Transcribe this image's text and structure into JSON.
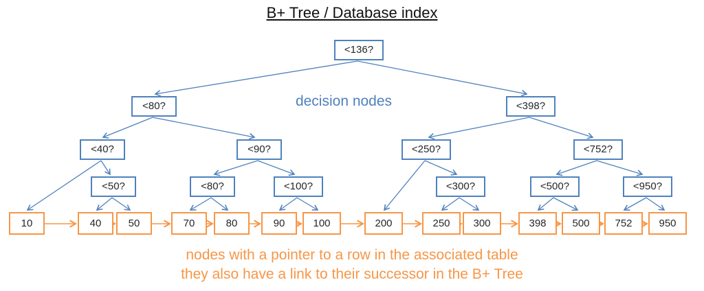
{
  "title": "B+ Tree / Database index",
  "annotations": {
    "decision_nodes_label": "decision nodes",
    "caption_line1": "nodes with a pointer to a row in the associated table",
    "caption_line2": "they also have a link to their successor in the B+ Tree"
  },
  "colors": {
    "decision_node_border": "#4f81bd",
    "decision_text": "#4f81bd",
    "leaf_node_border": "#f79646",
    "leaf_text": "#f79646",
    "node_text": "#262626"
  },
  "tree": {
    "decision_nodes": [
      {
        "label": "<136?"
      },
      {
        "label": "<80?"
      },
      {
        "label": "<398?"
      },
      {
        "label": "<40?"
      },
      {
        "label": "<90?"
      },
      {
        "label": "<250?"
      },
      {
        "label": "<752?"
      },
      {
        "label": "<50?"
      },
      {
        "label": "<80?"
      },
      {
        "label": "<100?"
      },
      {
        "label": "<300?"
      },
      {
        "label": "<500?"
      },
      {
        "label": "<950?"
      }
    ],
    "leaf_nodes": [
      {
        "label": "10"
      },
      {
        "label": "40"
      },
      {
        "label": "50"
      },
      {
        "label": "70"
      },
      {
        "label": "80"
      },
      {
        "label": "90"
      },
      {
        "label": "100"
      },
      {
        "label": "200"
      },
      {
        "label": "250"
      },
      {
        "label": "300"
      },
      {
        "label": "398"
      },
      {
        "label": "500"
      },
      {
        "label": "752"
      },
      {
        "label": "950"
      }
    ]
  }
}
